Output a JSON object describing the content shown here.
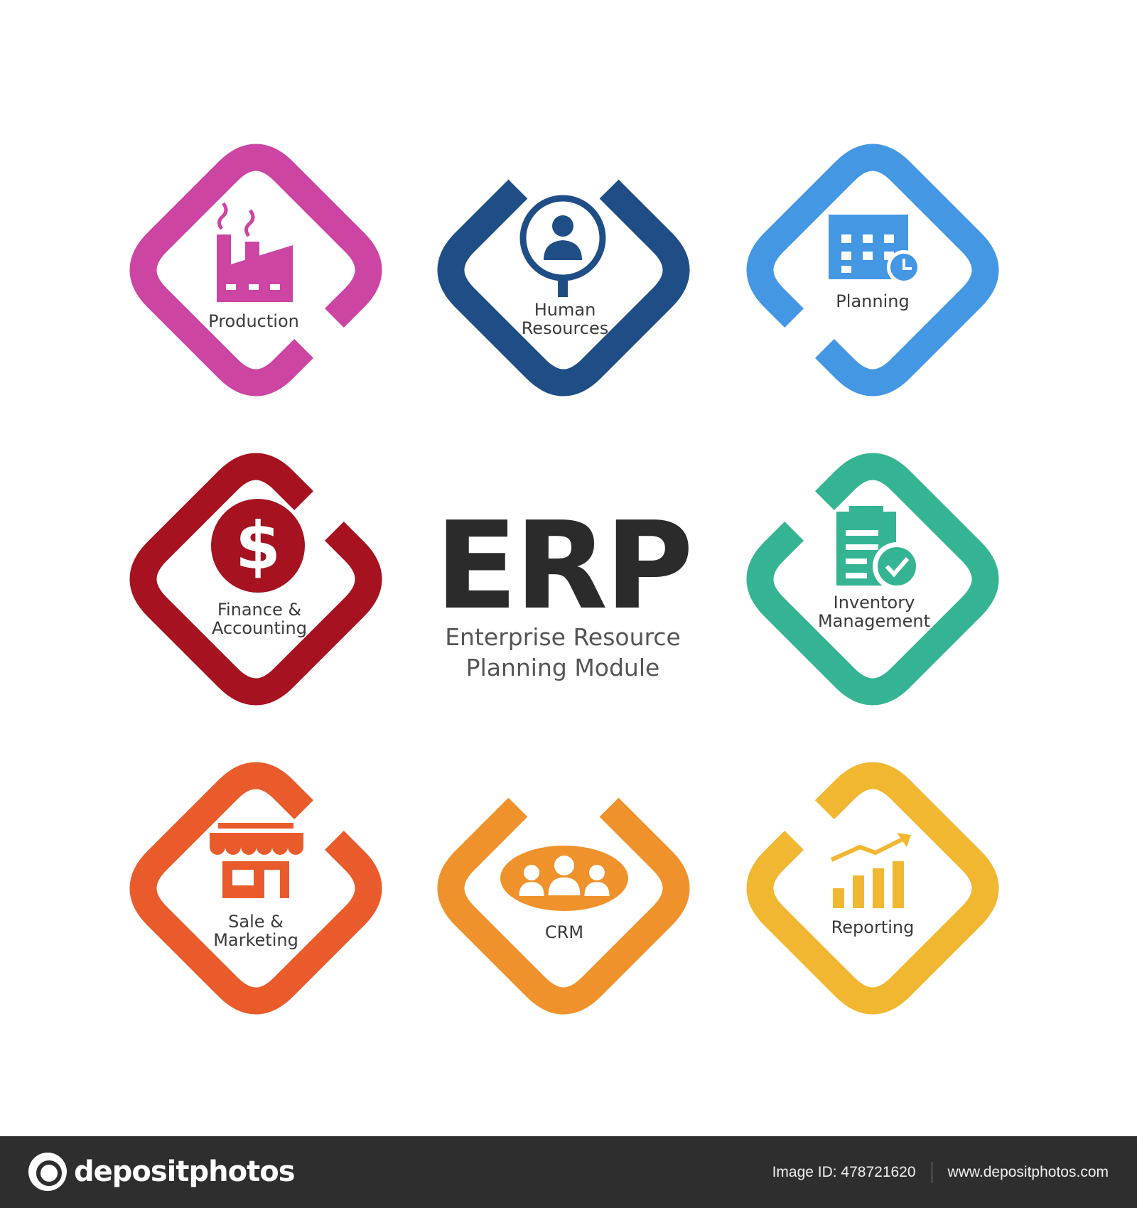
{
  "diagram": {
    "title": "ERP",
    "subtitle_line1": "Enterprise Resource",
    "subtitle_line2": "Planning Module",
    "modules": [
      {
        "id": "production",
        "label_line1": "Production",
        "label_line2": "",
        "color": "#CC45A3",
        "icon": "factory-icon"
      },
      {
        "id": "human-resources",
        "label_line1": "Human",
        "label_line2": "Resources",
        "color": "#1F4E86",
        "icon": "magnifier-person-icon"
      },
      {
        "id": "planning",
        "label_line1": "Planning",
        "label_line2": "",
        "color": "#4497E3",
        "icon": "calendar-clock-icon"
      },
      {
        "id": "finance",
        "label_line1": "Finance &",
        "label_line2": "Accounting",
        "color": "#A6121F",
        "icon": "dollar-coin-icon"
      },
      {
        "id": "inventory",
        "label_line1": "Inventory",
        "label_line2": "Management",
        "color": "#34B492",
        "icon": "clipboard-check-icon"
      },
      {
        "id": "sales",
        "label_line1": "Sale &",
        "label_line2": "Marketing",
        "color": "#EA5B2C",
        "icon": "storefront-icon"
      },
      {
        "id": "crm",
        "label_line1": "CRM",
        "label_line2": "",
        "color": "#F0922B",
        "icon": "people-group-icon"
      },
      {
        "id": "reporting",
        "label_line1": "Reporting",
        "label_line2": "",
        "color": "#F2B731",
        "icon": "bar-chart-growth-icon"
      }
    ]
  },
  "watermark": "depositphotos",
  "footer": {
    "brand": "depositphotos",
    "image_id": "Image ID: 478721620",
    "site": "www.depositphotos.com"
  }
}
